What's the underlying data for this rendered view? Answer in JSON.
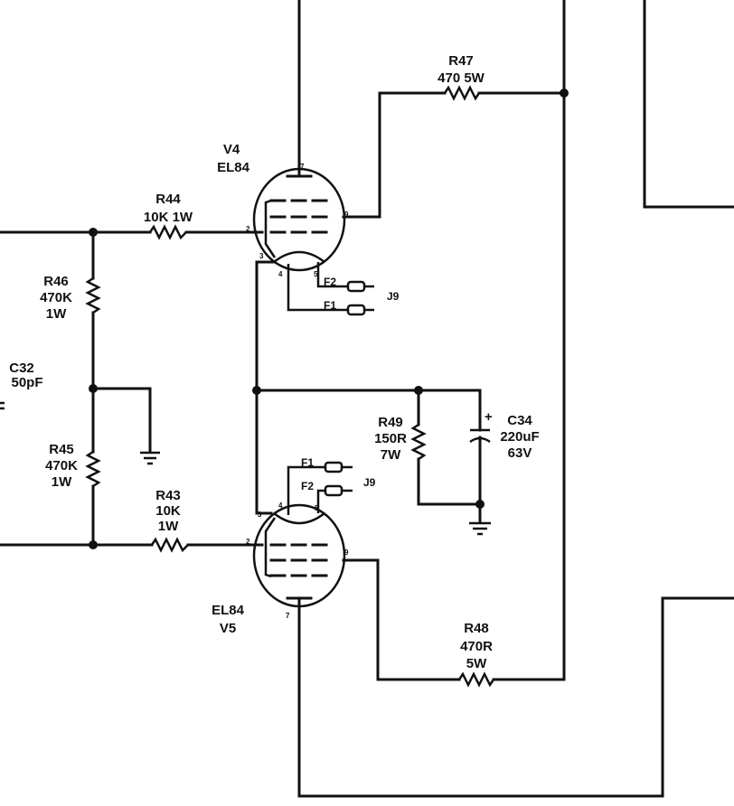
{
  "schematic": {
    "tubes": [
      {
        "ref": "V4",
        "type": "EL84",
        "pins": {
          "anode": "7",
          "grid1": "2",
          "screen": "9",
          "cathode": "3",
          "heater_a": "4",
          "heater_b": "5"
        }
      },
      {
        "ref": "V5",
        "type": "EL84",
        "pins": {
          "anode": "7",
          "grid1": "2",
          "screen": "9",
          "cathode": "3",
          "heater_a": "4",
          "heater_b": "5"
        }
      }
    ],
    "resistors": [
      {
        "ref": "R44",
        "value": "10K 1W"
      },
      {
        "ref": "R46",
        "value": "470K",
        "power": "1W"
      },
      {
        "ref": "R45",
        "value": "470K",
        "power": "1W"
      },
      {
        "ref": "R43",
        "value": "10K",
        "power": "1W"
      },
      {
        "ref": "R47",
        "value": "470 5W"
      },
      {
        "ref": "R48",
        "value": "470R",
        "power": "5W"
      },
      {
        "ref": "R49",
        "value": "150R",
        "power": "7W"
      }
    ],
    "capacitors": [
      {
        "ref": "C32",
        "value": "50pF"
      },
      {
        "ref": "C34",
        "value": "220uF",
        "voltage": "63V",
        "polarity": "+"
      }
    ],
    "connectors": [
      {
        "ref": "J9",
        "pins": [
          "F2",
          "F1"
        ]
      },
      {
        "ref": "J9",
        "pins": [
          "F1",
          "F2"
        ]
      }
    ]
  }
}
